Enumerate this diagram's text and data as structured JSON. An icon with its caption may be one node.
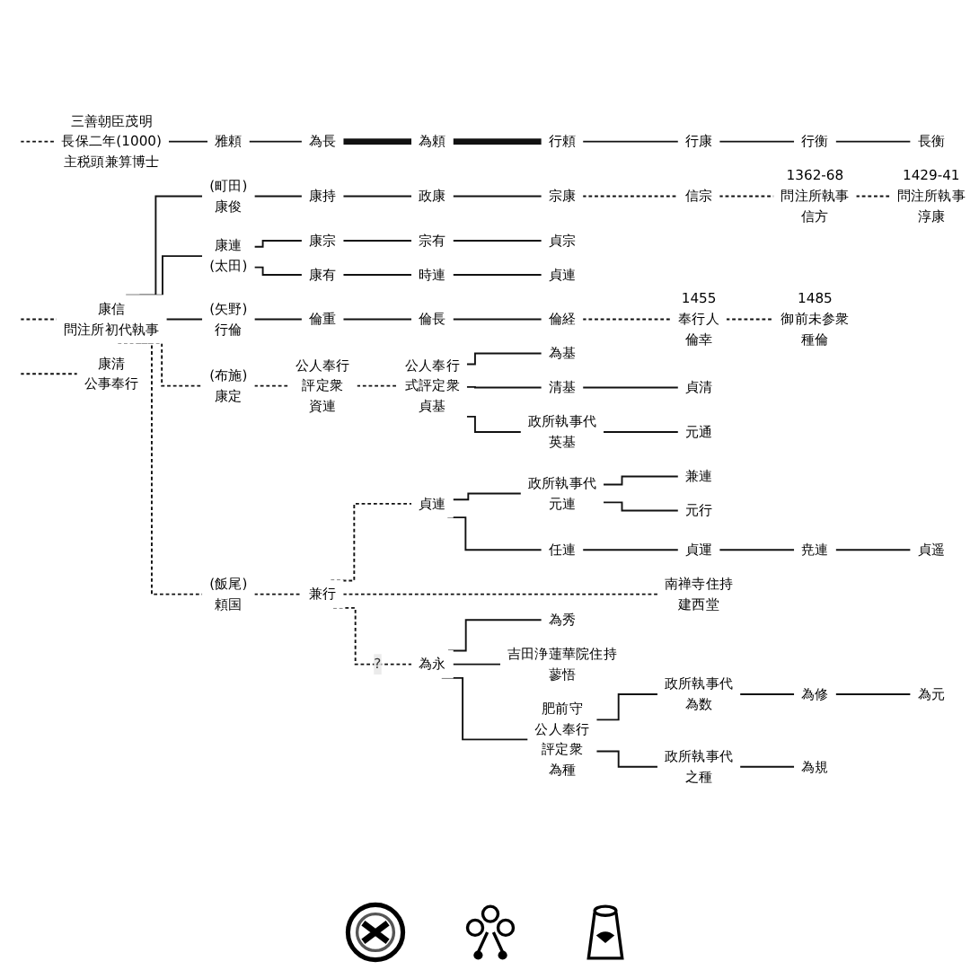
{
  "diagram": {
    "nodes": [
      {
        "text": [
          "三善朝臣茂明",
          "長保二年(1000)",
          "主税頭兼算博士"
        ]
      },
      {
        "text": [
          "雅頼"
        ]
      },
      {
        "text": [
          "為長"
        ]
      },
      {
        "text": [
          "為頼"
        ]
      },
      {
        "text": [
          "行頼"
        ]
      },
      {
        "text": [
          "行康"
        ]
      },
      {
        "text": [
          "行衡"
        ]
      },
      {
        "text": [
          "長衡"
        ]
      },
      {
        "text": [
          "康信",
          "問注所初代執事"
        ]
      },
      {
        "text": [
          "康清",
          "公事奉行"
        ]
      },
      {
        "text": [
          "(町田)",
          "康俊"
        ]
      },
      {
        "text": [
          "康持"
        ]
      },
      {
        "text": [
          "政康"
        ]
      },
      {
        "text": [
          "宗康"
        ]
      },
      {
        "text": [
          "信宗"
        ]
      },
      {
        "text": [
          "1362-68",
          "問注所執事",
          "信方"
        ]
      },
      {
        "text": [
          "1429-41",
          "問注所執事",
          "淳康"
        ]
      },
      {
        "text": [
          "康連",
          "(太田)"
        ]
      },
      {
        "text": [
          "康宗"
        ]
      },
      {
        "text": [
          "宗有"
        ]
      },
      {
        "text": [
          "貞宗"
        ]
      },
      {
        "text": [
          "康有"
        ]
      },
      {
        "text": [
          "時連"
        ]
      },
      {
        "text": [
          "貞連"
        ]
      },
      {
        "text": [
          "(矢野)",
          "行倫"
        ]
      },
      {
        "text": [
          "倫重"
        ]
      },
      {
        "text": [
          "倫長"
        ]
      },
      {
        "text": [
          "倫経"
        ]
      },
      {
        "text": [
          "1455",
          "奉行人",
          "倫幸"
        ]
      },
      {
        "text": [
          "1485",
          "御前未参衆",
          "種倫"
        ]
      },
      {
        "text": [
          "(布施)",
          "康定"
        ]
      },
      {
        "text": [
          "公人奉行",
          "評定衆",
          "資連"
        ]
      },
      {
        "text": [
          "公人奉行",
          "式評定衆",
          "貞基"
        ]
      },
      {
        "text": [
          "為基"
        ]
      },
      {
        "text": [
          "清基"
        ]
      },
      {
        "text": [
          "貞清"
        ]
      },
      {
        "text": [
          "政所執事代",
          "英基"
        ]
      },
      {
        "text": [
          "元通"
        ]
      },
      {
        "text": [
          "(飯尾)",
          "頼国"
        ]
      },
      {
        "text": [
          "兼行"
        ]
      },
      {
        "text": [
          "貞連"
        ]
      },
      {
        "text": [
          "政所執事代",
          "元連"
        ]
      },
      {
        "text": [
          "兼連"
        ]
      },
      {
        "text": [
          "元行"
        ]
      },
      {
        "text": [
          "任連"
        ]
      },
      {
        "text": [
          "貞運"
        ]
      },
      {
        "text": [
          "尭連"
        ]
      },
      {
        "text": [
          "貞遥"
        ]
      },
      {
        "text": [
          "為永"
        ]
      },
      {
        "text": [
          "肥前守",
          "公人奉行",
          "評定衆",
          "為種"
        ]
      },
      {
        "text": [
          "為秀"
        ]
      },
      {
        "text": [
          "吉田浄蓮華院住持",
          "蓼悟"
        ]
      },
      {
        "text": [
          "南禅寺住持",
          "建西堂"
        ]
      },
      {
        "text": [
          "政所執事代",
          "為数"
        ]
      },
      {
        "text": [
          "為修"
        ]
      },
      {
        "text": [
          "為元"
        ]
      },
      {
        "text": [
          "政所執事代",
          "之種"
        ]
      },
      {
        "text": [
          "為規"
        ]
      }
    ],
    "edges": [
      {
        "from": null,
        "to": 0,
        "arrow": "none",
        "style": "dashed"
      },
      {
        "from": 0,
        "to": 1,
        "arrow": "none"
      },
      {
        "from": 1,
        "to": 2,
        "arrow": "none"
      },
      {
        "from": 2,
        "to": 3,
        "arrow": "none",
        "style": "thick"
      },
      {
        "from": 3,
        "to": 4,
        "arrow": "none",
        "style": "thick"
      },
      {
        "from": 4,
        "to": 5,
        "arrow": "none"
      },
      {
        "from": 5,
        "to": 6,
        "arrow": "none"
      },
      {
        "from": 6,
        "to": 7,
        "arrow": "none"
      },
      {
        "from": null,
        "to": 8,
        "arrow": "none",
        "style": "dashed"
      },
      {
        "from": null,
        "to": 9,
        "arrow": "none",
        "style": "dashed"
      },
      {
        "from": 8,
        "to": 10,
        "arrow": "none"
      },
      {
        "from": 8,
        "to": 17,
        "arrow": "none"
      },
      {
        "from": 8,
        "to": 24,
        "arrow": "none"
      },
      {
        "from": 8,
        "to": 30,
        "arrow": "none",
        "style": "dashed"
      },
      {
        "from": 8,
        "to": 38,
        "arrow": "none",
        "style": "dashed"
      },
      {
        "from": 10,
        "to": 11,
        "arrow": "none"
      },
      {
        "from": 11,
        "to": 12,
        "arrow": "none"
      },
      {
        "from": 12,
        "to": 13,
        "arrow": "none"
      },
      {
        "from": 13,
        "to": 14,
        "arrow": "none",
        "style": "dashed"
      },
      {
        "from": 14,
        "to": 15,
        "arrow": "none",
        "style": "dashed"
      },
      {
        "from": 15,
        "to": 16,
        "arrow": "none",
        "style": "dashed"
      },
      {
        "from": 17,
        "to": 18,
        "arrow": "none"
      },
      {
        "from": 18,
        "to": 19,
        "arrow": "none"
      },
      {
        "from": 19,
        "to": 20,
        "arrow": "none"
      },
      {
        "from": 17,
        "to": 21,
        "arrow": "none"
      },
      {
        "from": 21,
        "to": 22,
        "arrow": "none"
      },
      {
        "from": 22,
        "to": 23,
        "arrow": "none"
      },
      {
        "from": 24,
        "to": 25,
        "arrow": "none"
      },
      {
        "from": 25,
        "to": 26,
        "arrow": "none"
      },
      {
        "from": 26,
        "to": 27,
        "arrow": "none"
      },
      {
        "from": 27,
        "to": 28,
        "arrow": "none",
        "style": "dashed"
      },
      {
        "from": 28,
        "to": 29,
        "arrow": "none",
        "style": "dashed"
      },
      {
        "from": 30,
        "to": 31,
        "arrow": "none",
        "style": "dashed"
      },
      {
        "from": 31,
        "to": 32,
        "arrow": "none",
        "style": "dashed"
      },
      {
        "from": 32,
        "to": 33,
        "arrow": "none"
      },
      {
        "from": 32,
        "to": 34,
        "arrow": "none"
      },
      {
        "from": 34,
        "to": 35,
        "arrow": "none"
      },
      {
        "from": 32,
        "to": 36,
        "arrow": "none"
      },
      {
        "from": 36,
        "to": 37,
        "arrow": "none"
      },
      {
        "from": 38,
        "to": 39,
        "arrow": "none",
        "style": "dashed"
      },
      {
        "from": 39,
        "to": 40,
        "arrow": "none",
        "style": "dashed"
      },
      {
        "from": 40,
        "to": 41,
        "arrow": "none"
      },
      {
        "from": 41,
        "to": 42,
        "arrow": "none"
      },
      {
        "from": 41,
        "to": 43,
        "arrow": "none"
      },
      {
        "from": 40,
        "to": 44,
        "arrow": "none"
      },
      {
        "from": 44,
        "to": 45,
        "arrow": "none"
      },
      {
        "from": 45,
        "to": 46,
        "arrow": "none"
      },
      {
        "from": 46,
        "to": 47,
        "arrow": "none"
      },
      {
        "from": 39,
        "to": 48,
        "arrow": "none",
        "style": "dashed",
        "label": "?"
      },
      {
        "from": 39,
        "to": 52,
        "arrow": "none",
        "style": "dashed"
      },
      {
        "from": 48,
        "to": 49,
        "arrow": "none"
      },
      {
        "from": 48,
        "to": 50,
        "arrow": "none"
      },
      {
        "from": 48,
        "to": 51,
        "arrow": "none"
      },
      {
        "from": 49,
        "to": 53,
        "arrow": "none"
      },
      {
        "from": 53,
        "to": 54,
        "arrow": "none"
      },
      {
        "from": 54,
        "to": 55,
        "arrow": "none"
      },
      {
        "from": 49,
        "to": 56,
        "arrow": "none"
      },
      {
        "from": 56,
        "to": 57,
        "arrow": "none"
      }
    ]
  }
}
